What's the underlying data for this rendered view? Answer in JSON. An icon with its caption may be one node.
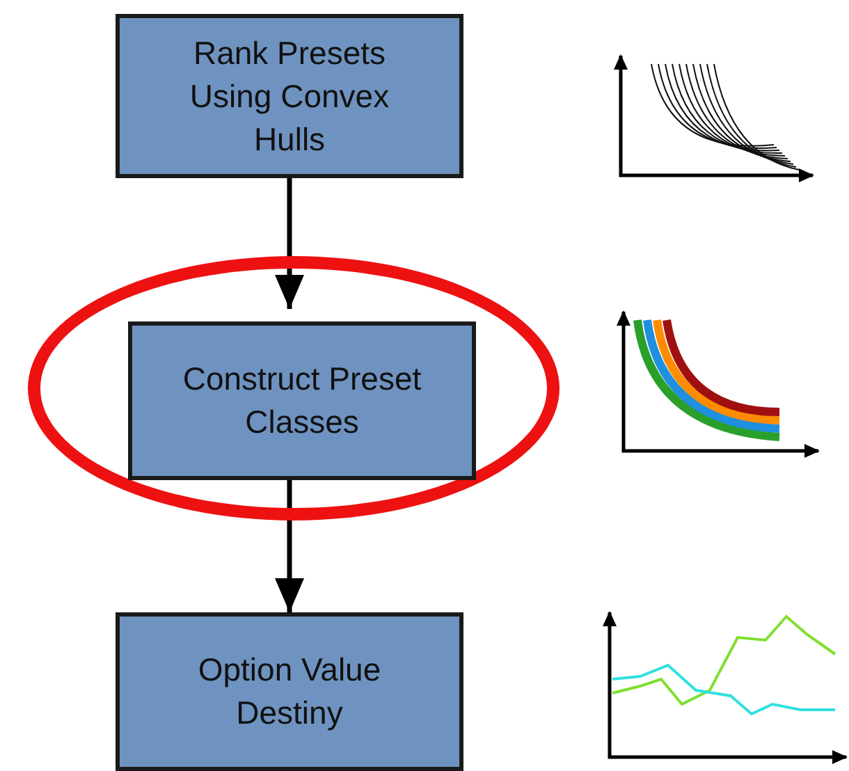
{
  "diagram": {
    "nodes": [
      {
        "text": [
          "Rank Presets Using Convex Hulls"
        ]
      },
      {
        "text": [],
        "shape": "picture"
      },
      {
        "text": [],
        "shape": "ellipse"
      },
      {
        "text": [
          "Construct Preset Classes"
        ],
        "in": 2
      },
      {
        "text": [],
        "shape": "picture"
      },
      {
        "text": [
          "Option Value Destiny"
        ]
      },
      {
        "text": [],
        "shape": "picture"
      }
    ],
    "edges": [
      {
        "from": 0,
        "to": 3,
        "arrow": "to"
      },
      {
        "from": 3,
        "to": 5,
        "arrow": "to"
      }
    ]
  }
}
